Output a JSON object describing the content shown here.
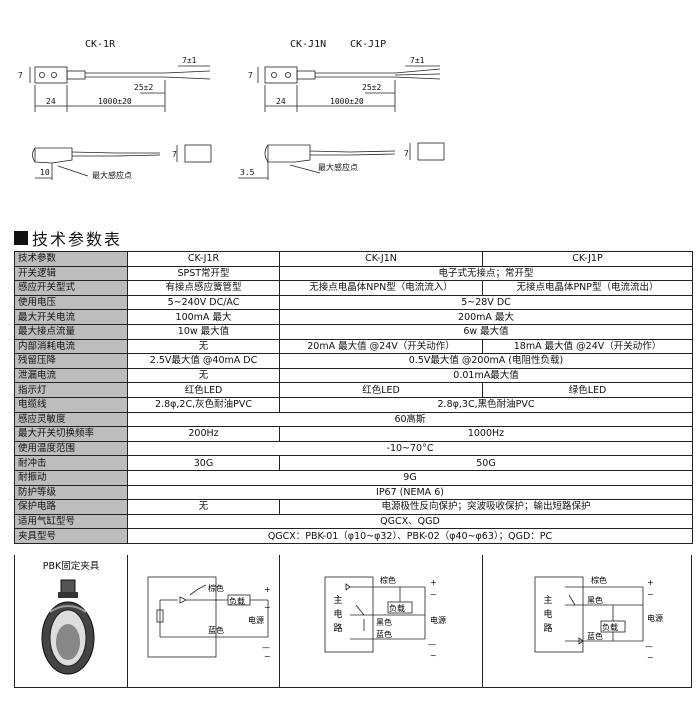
{
  "drawings": {
    "left_title": "CK-1R",
    "right_titles": [
      "CK-J1N",
      "CK-J1P"
    ],
    "dim_7": "7",
    "dim_7pm1": "7±1",
    "dim_25pm2": "25±2",
    "dim_24": "24",
    "dim_1000": "1000±20",
    "dim_10": "10",
    "dim_3_5": "3.5",
    "max_sense_point": "最大感应点"
  },
  "section_title": "技术参数表",
  "table": {
    "header": [
      "技术参数",
      "CK-J1R",
      "CK-J1N",
      "CK-J1P"
    ],
    "rows": {
      "logic": {
        "label": "开关逻辑",
        "c1": "SPST常开型",
        "c23": "电子式无接点；常开型"
      },
      "type": {
        "label": "感应开关型式",
        "c1": "有接点感应簧管型",
        "c2": "无接点电晶体NPN型（电流流入）",
        "c3": "无接点电晶体PNP型（电流流出）"
      },
      "voltage": {
        "label": "使用电压",
        "c1": "5~240V DC/AC",
        "c23": "5~28V DC"
      },
      "max_current": {
        "label": "最大开关电流",
        "c1": "100mA 最大",
        "c23": "200mA 最大"
      },
      "max_flow": {
        "label": "最大接点流量",
        "c1": "10w 最大值",
        "c23": "6w 最大值"
      },
      "internal": {
        "label": "内部消耗电流",
        "c1": "无",
        "c2": "20mA 最大值 @24V（开关动作）",
        "c3": "18mA 最大值 @24V（开关动作）"
      },
      "residual": {
        "label": "残留压降",
        "c1": "2.5V最大值 @40mA DC",
        "c23": "0.5V最大值  @200mA (电阻性负载)"
      },
      "leak": {
        "label": "泄漏电流",
        "c1": "无",
        "c23": "0.01mA最大值"
      },
      "indicator": {
        "label": "指示灯",
        "c1": "红色LED",
        "c2": "红色LED",
        "c3": "绿色LED"
      },
      "cable": {
        "label": "电缆线",
        "c1": "2.8φ,2C,灰色耐油PVC",
        "c23": "2.8φ,3C,黑色耐油PVC"
      },
      "sensitivity": {
        "label": "感应灵敏度",
        "c123": "60高斯"
      },
      "freq": {
        "label": "最大开关切换频率",
        "c1": "200Hz",
        "c23": "1000Hz"
      },
      "temp": {
        "label": "使用温度范围",
        "c123": "-10~70°C"
      },
      "shock": {
        "label": "耐冲击",
        "c1": "30G",
        "c23": "50G"
      },
      "vibration": {
        "label": "耐振动",
        "c123": "9G"
      },
      "protection_grade": {
        "label": "防护等级",
        "c123": "IP67 (NEMA 6)"
      },
      "protect_circuit": {
        "label": "保护电路",
        "c1": "无",
        "c23": "电源极性反向保护；突波吸收保护；输出短路保护"
      },
      "cylinder": {
        "label": "适用气缸型号",
        "c123": "QGCX、QGD"
      },
      "fixture": {
        "label": "夹具型号",
        "c123": "QGCX：PBK-01（φ10~φ32）、PBK-02（φ40~φ63）；QGD：PC"
      }
    }
  },
  "bottom": {
    "fixture_title": "PBK固定夹具",
    "brown": "棕色",
    "blue": "蓝色",
    "black": "黑色",
    "load": "负载",
    "power": "电源",
    "main_circuit": [
      "主",
      "电",
      "路"
    ],
    "plus": "+",
    "minus": "—",
    "tilde": "~"
  }
}
